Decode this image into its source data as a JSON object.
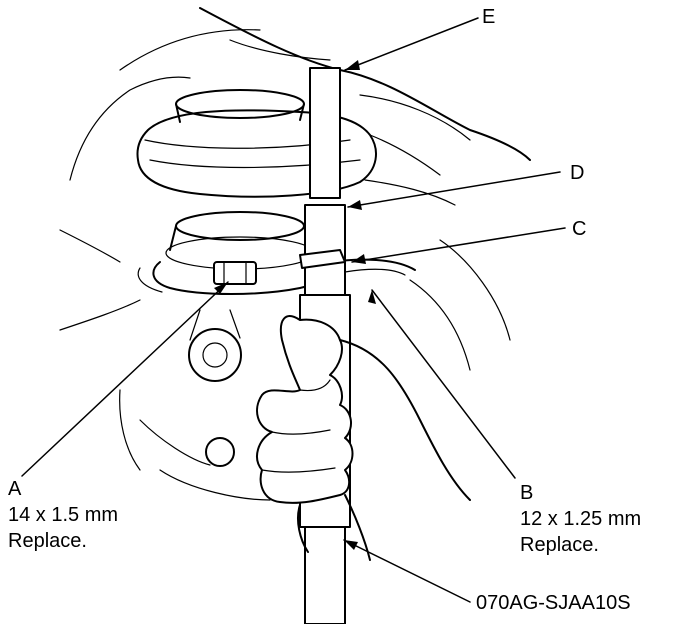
{
  "callouts": {
    "A": {
      "letter": "A",
      "size": "14 x 1.5 mm",
      "note": "Replace."
    },
    "B": {
      "letter": "B",
      "size": "12 x 1.25 mm",
      "note": "Replace."
    },
    "C": {
      "letter": "C"
    },
    "D": {
      "letter": "D"
    },
    "E": {
      "letter": "E"
    }
  },
  "figure_code": "070AG-SJAA10S"
}
